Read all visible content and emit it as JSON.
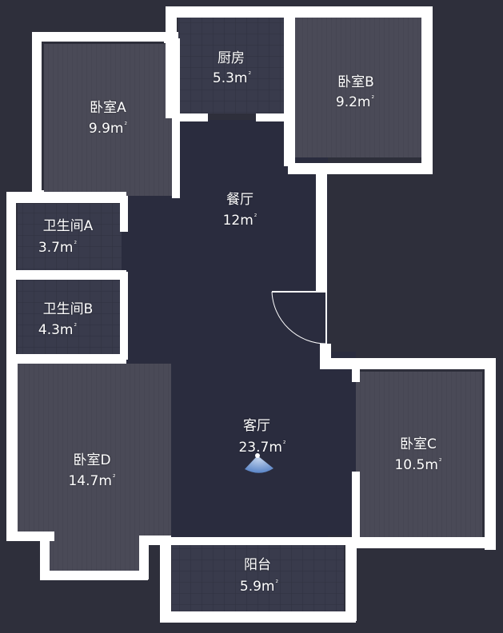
{
  "unit_mark": "²",
  "colors": {
    "background": "#2e2f3b",
    "wall": "#ffffff",
    "floor_wood": "#4a4a57",
    "floor_tile": "#393b4c",
    "corridor": "#2a2c3e"
  },
  "rooms": {
    "kitchen": {
      "name": "厨房",
      "area": "5.3m"
    },
    "bedroom_a": {
      "name": "卧室A",
      "area": "9.9m"
    },
    "bedroom_b": {
      "name": "卧室B",
      "area": "9.2m"
    },
    "dining": {
      "name": "餐厅",
      "area": "12m"
    },
    "bathroom_a": {
      "name": "卫生间A",
      "area": "3.7m"
    },
    "bathroom_b": {
      "name": "卫生间B",
      "area": "4.3m"
    },
    "living": {
      "name": "客厅",
      "area": "23.7m"
    },
    "bedroom_c": {
      "name": "卧室C",
      "area": "10.5m"
    },
    "bedroom_d": {
      "name": "卧室D",
      "area": "14.7m"
    },
    "balcony": {
      "name": "阳台",
      "area": "5.9m"
    }
  }
}
